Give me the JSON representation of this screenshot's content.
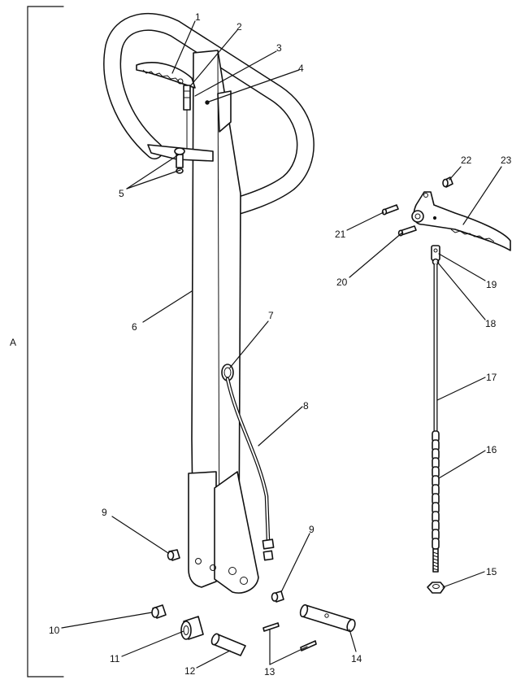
{
  "assembly_label": "A",
  "callouts": [
    {
      "id": "c1",
      "text": "1"
    },
    {
      "id": "c2",
      "text": "2"
    },
    {
      "id": "c3",
      "text": "3"
    },
    {
      "id": "c4",
      "text": "4"
    },
    {
      "id": "c5",
      "text": "5"
    },
    {
      "id": "c6",
      "text": "6"
    },
    {
      "id": "c7",
      "text": "7"
    },
    {
      "id": "c8",
      "text": "8"
    },
    {
      "id": "c9a",
      "text": "9"
    },
    {
      "id": "c9b",
      "text": "9"
    },
    {
      "id": "c10",
      "text": "10"
    },
    {
      "id": "c11",
      "text": "11"
    },
    {
      "id": "c12",
      "text": "12"
    },
    {
      "id": "c13",
      "text": "13"
    },
    {
      "id": "c14",
      "text": "14"
    },
    {
      "id": "c15",
      "text": "15"
    },
    {
      "id": "c16",
      "text": "16"
    },
    {
      "id": "c17",
      "text": "17"
    },
    {
      "id": "c18",
      "text": "18"
    },
    {
      "id": "c19",
      "text": "19"
    },
    {
      "id": "c20",
      "text": "20"
    },
    {
      "id": "c21",
      "text": "21"
    },
    {
      "id": "c22",
      "text": "22"
    },
    {
      "id": "c23",
      "text": "23"
    }
  ]
}
